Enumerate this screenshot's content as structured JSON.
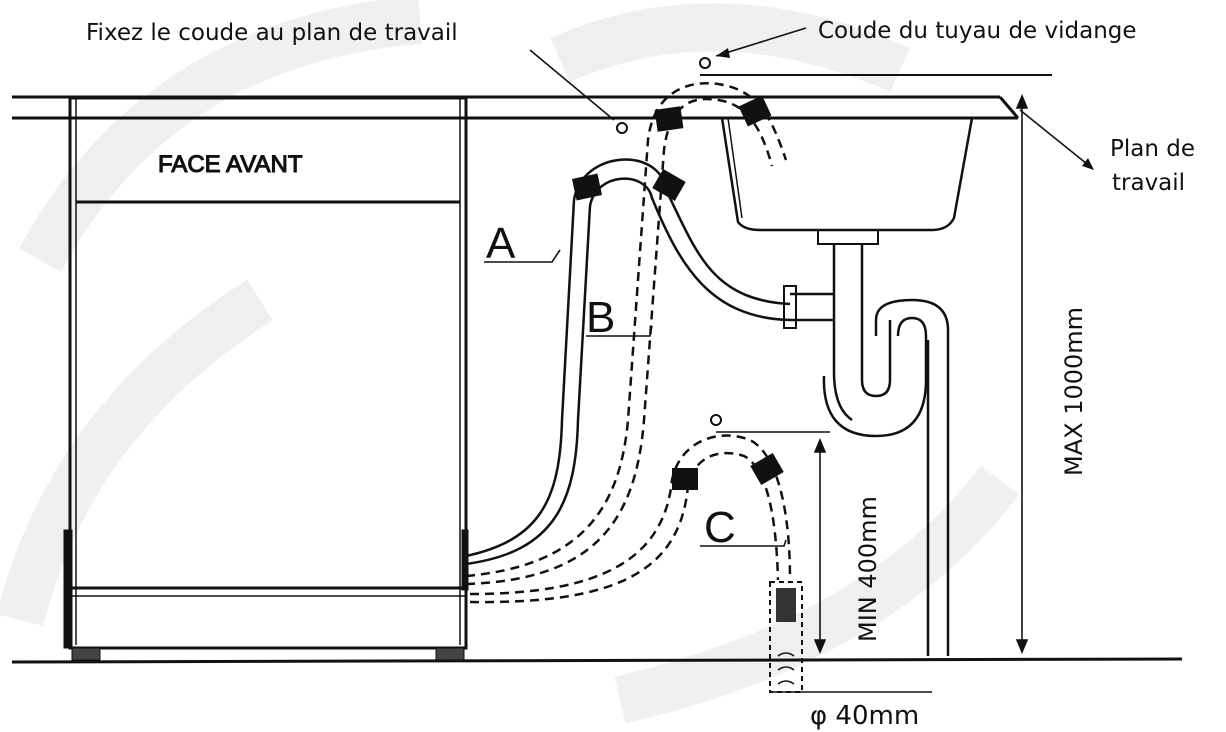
{
  "labels": {
    "fix_elbow": "Fixez le coude au plan de travail",
    "drain_elbow": "Coude du tuyau de vidange",
    "worktop_line1": "Plan de",
    "worktop_line2": "travail",
    "front_panel": "FACE AVANT",
    "hose_a": "A",
    "hose_b": "B",
    "hose_c": "C",
    "max_height": "MAX 1000mm",
    "min_height": "MIN 400mm",
    "diameter": "φ 40mm"
  },
  "colors": {
    "line": "#111111",
    "clamp": "#111111",
    "watermark": "#e8e8e8"
  }
}
